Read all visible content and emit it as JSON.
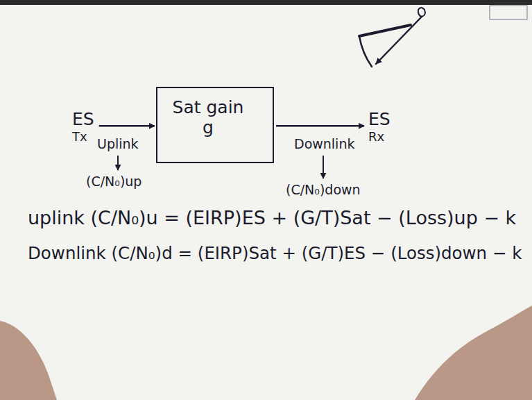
{
  "diagram": {
    "nodes": [
      {
        "text": [
          "ES",
          "Tx"
        ]
      },
      {
        "text": [
          "Sat gain g"
        ]
      },
      {
        "text": [
          "ES",
          "Rx"
        ]
      }
    ],
    "edges": [
      {
        "from": 0,
        "to": 1,
        "arrow": "to"
      },
      {
        "from": 1,
        "to": 2,
        "arrow": "to"
      }
    ],
    "labels": [
      "Uplink",
      "(C/N₀)up",
      "Downlink",
      "(C/N₀)down",
      "uplink (C/N₀)u = (EIRP)ES + (G/T)Sat − (Loss)up − k",
      "Downlink (C/N₀)d = (EIRP)Sat + (G/T)ES − (Loss)down − k"
    ]
  }
}
